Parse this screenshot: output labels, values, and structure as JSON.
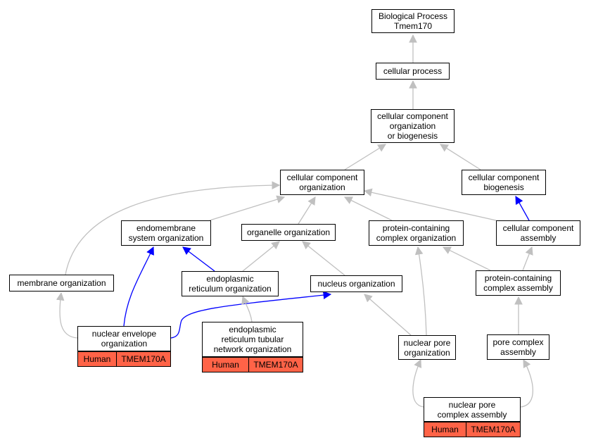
{
  "nodes": {
    "bp": [
      "Biological Process",
      "Tmem170"
    ],
    "cp": [
      "cellular process"
    ],
    "ccob": [
      "cellular component",
      "organization",
      "or biogenesis"
    ],
    "cco": [
      "cellular component",
      "organization"
    ],
    "ccb": [
      "cellular component",
      "biogenesis"
    ],
    "eso": [
      "endomembrane",
      "system organization"
    ],
    "oo": [
      "organelle organization"
    ],
    "pco": [
      "protein-containing",
      "complex organization"
    ],
    "cca": [
      "cellular component",
      "assembly"
    ],
    "mo": [
      "membrane organization"
    ],
    "ero": [
      "endoplasmic",
      "reticulum organization"
    ],
    "no": [
      "nucleus organization"
    ],
    "pca": [
      "protein-containing",
      "complex assembly"
    ],
    "neo": [
      "nuclear envelope",
      "organization"
    ],
    "ertno": [
      "endoplasmic",
      "reticulum tubular",
      "network organization"
    ],
    "npo": [
      "nuclear pore",
      "organization"
    ],
    "pcpa": [
      "pore complex",
      "assembly"
    ],
    "npca": [
      "nuclear pore",
      "complex assembly"
    ]
  },
  "annotations": {
    "neo": {
      "species": "Human",
      "gene": "TMEM170A"
    },
    "ertno": {
      "species": "Human",
      "gene": "TMEM170A"
    },
    "npca": {
      "species": "Human",
      "gene": "TMEM170A"
    }
  },
  "colors": {
    "gray_edge": "#c0c0c0",
    "blue_edge": "#0000ff",
    "annotation_fill": "#ff6347"
  }
}
